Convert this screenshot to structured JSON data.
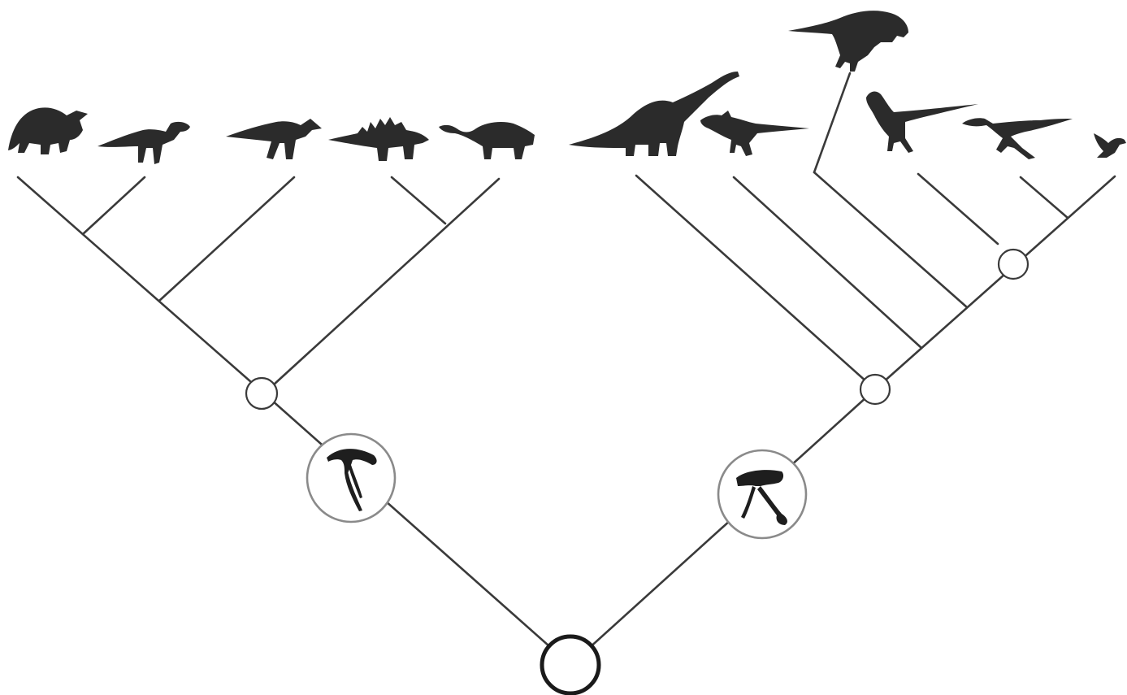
{
  "diagram": {
    "type": "phylogenetic-cladogram",
    "colors": {
      "branch": "#3a3a3a",
      "silhouette": "#2b2b2b",
      "badge_outline": "#8a8a8a",
      "background": "#ffffff"
    },
    "taxa_left": [
      "triceratops-silhouette",
      "pachycephalosaur-silhouette",
      "parasaurolophus-silhouette",
      "stegosaurus-silhouette",
      "ankylosaurus-silhouette"
    ],
    "taxa_right": [
      "brachiosaurus-silhouette",
      "ceratosaurus-silhouette",
      "tyrannosaurus-silhouette",
      "allosauroid-silhouette",
      "velociraptor-silhouette",
      "bird-silhouette"
    ],
    "badges": [
      "bird-hip-pelvis-icon",
      "lizard-hip-pelvis-icon"
    ]
  }
}
